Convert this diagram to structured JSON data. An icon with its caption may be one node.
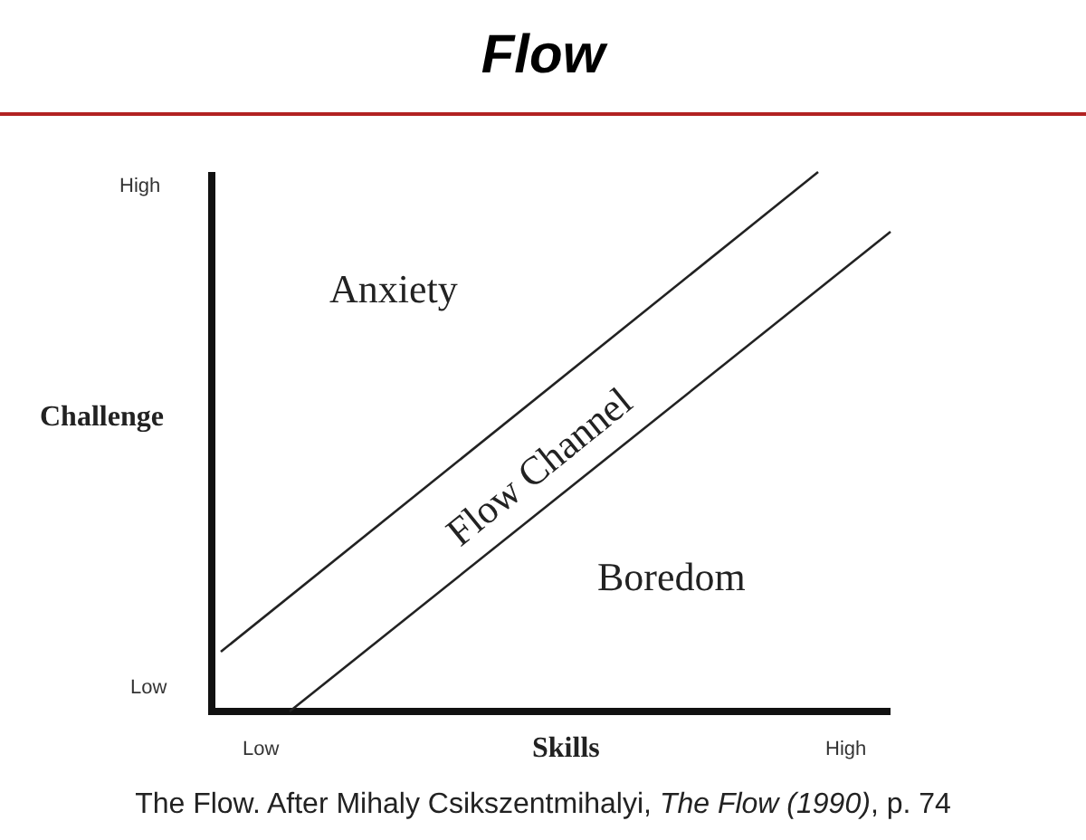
{
  "diagram": {
    "title": "Flow",
    "caption": "The Flow.  After Mihaly Csikszentmihalyi, *The Flow (1990)*, p. 74",
    "labels": [
      "High",
      "Anxiety",
      "Challenge",
      "Flow Channel",
      "Boredom",
      "Low",
      "Low",
      "Skills",
      "High"
    ]
  }
}
